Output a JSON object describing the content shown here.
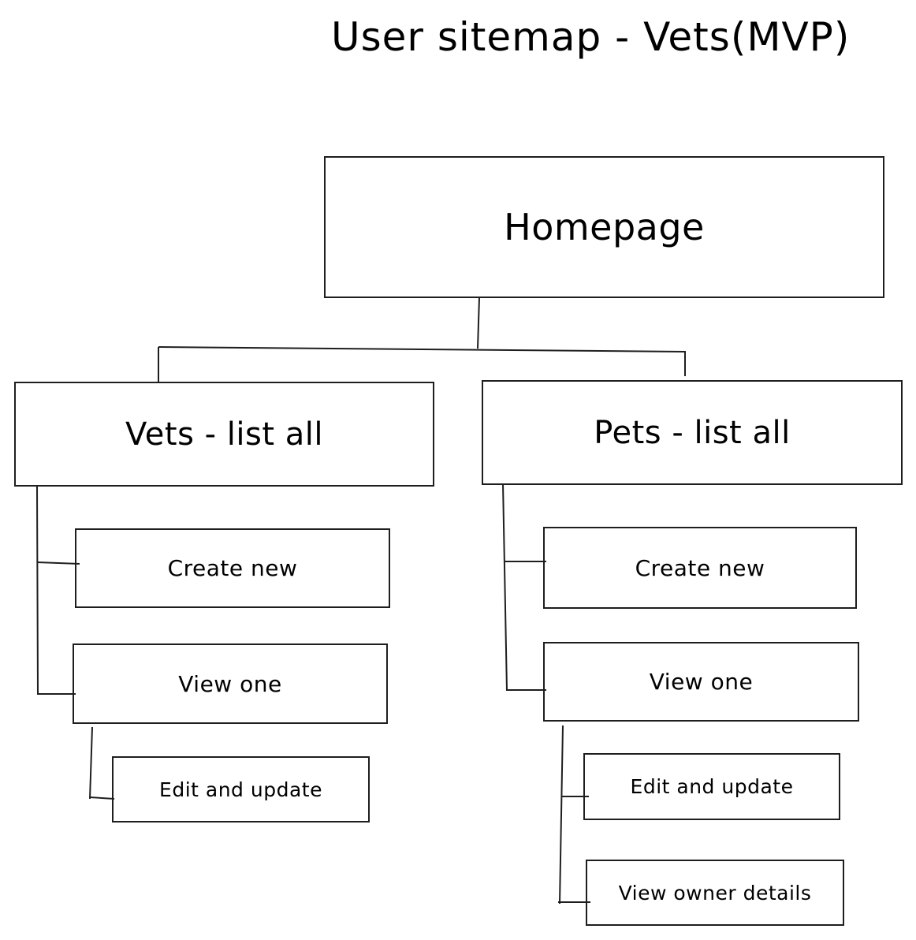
{
  "title": "User sitemap - Vets(MVP)",
  "nodes": {
    "homepage": "Homepage",
    "vets_list": "Vets - list all",
    "pets_list": "Pets - list all",
    "vets_create": "Create new",
    "vets_view": "View one",
    "vets_edit": "Edit and update",
    "pets_create": "Create new",
    "pets_view": "View one",
    "pets_edit": "Edit and update",
    "pets_owner": "View owner details"
  },
  "colors": {
    "stroke": "#1e1e1e",
    "background": "#ffffff"
  }
}
